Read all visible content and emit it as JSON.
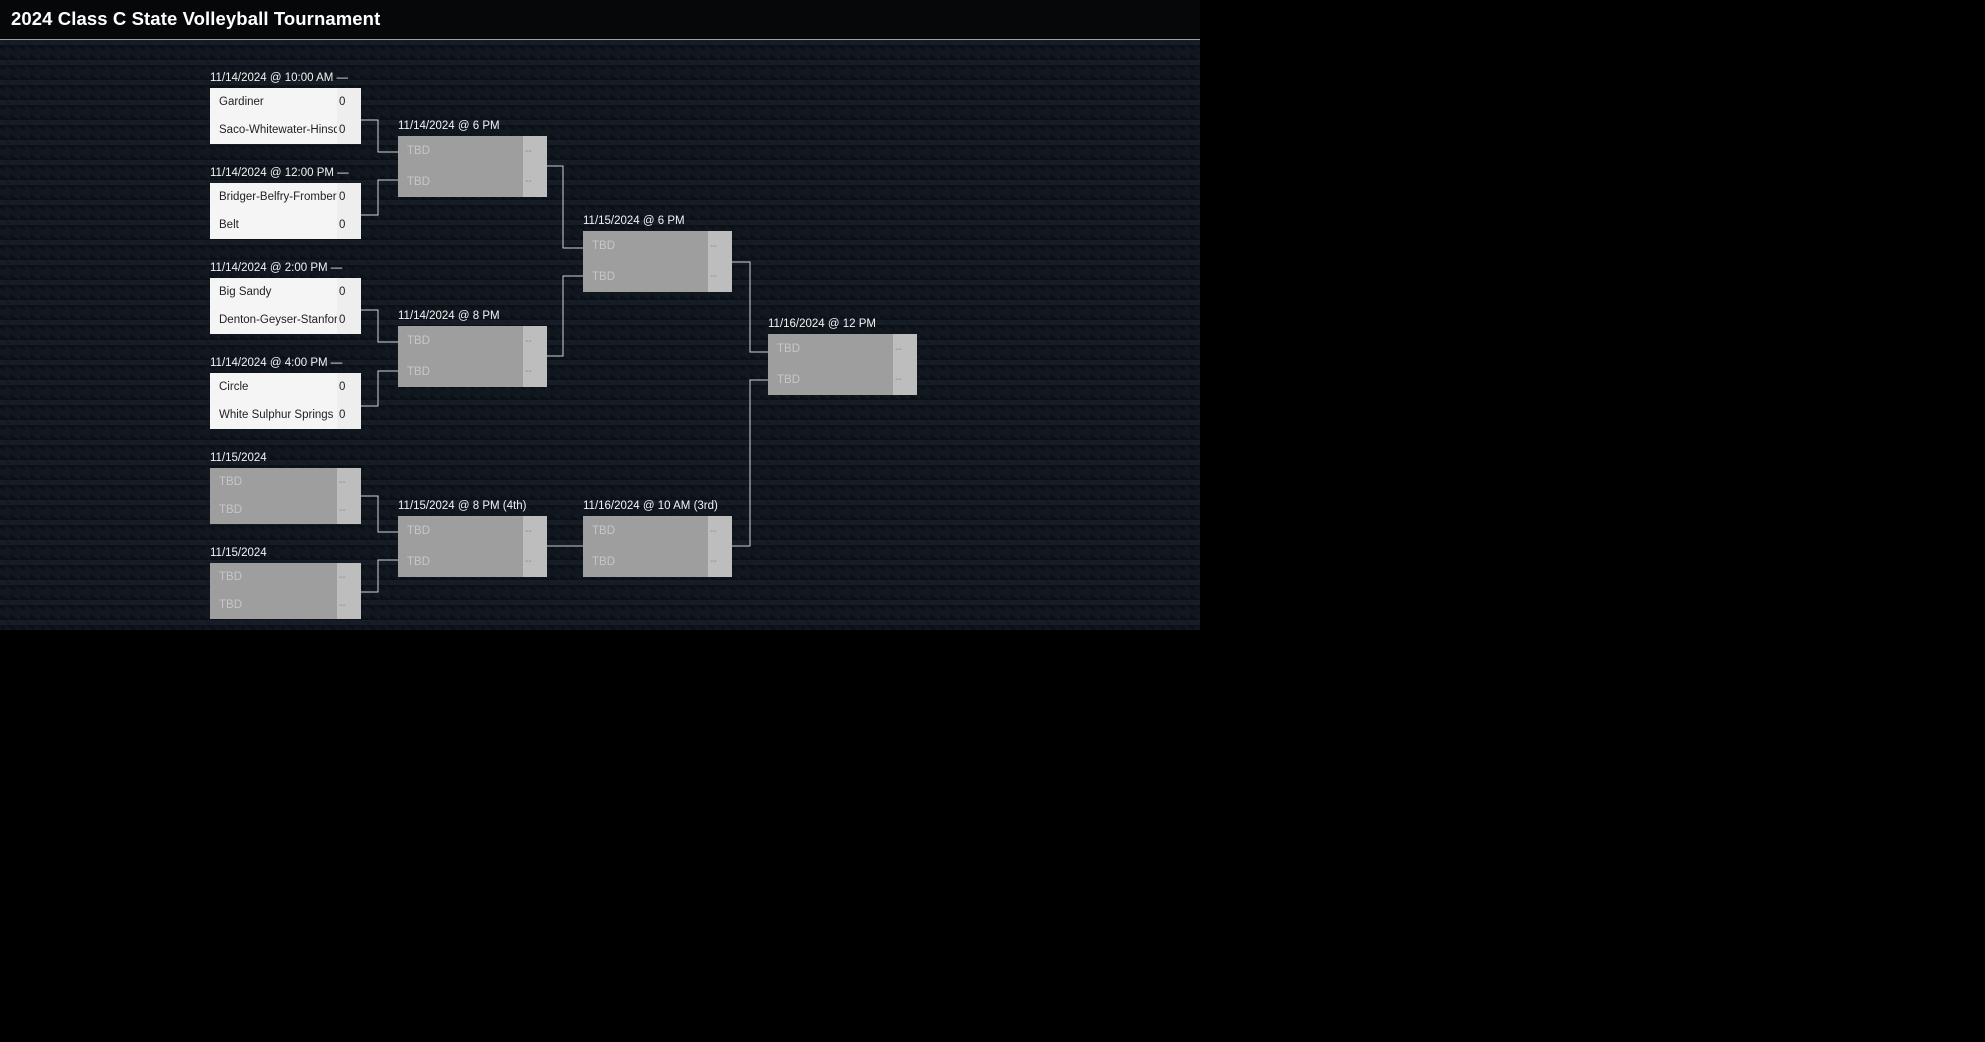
{
  "header": {
    "title": "2024 Class C State Volleyball Tournament"
  },
  "bracket": {
    "tbd_label": "TBD",
    "empty_score": "--",
    "matches": [
      {
        "id": "r1-g1",
        "label": "11/14/2024 @ 10:00 AM —",
        "state": "scheduled",
        "teams": [
          {
            "name": "Gardiner",
            "score": "0"
          },
          {
            "name": "Saco-Whitewater-Hinsdale",
            "score": "0"
          }
        ]
      },
      {
        "id": "r1-g2",
        "label": "11/14/2024 @ 12:00 PM —",
        "state": "scheduled",
        "teams": [
          {
            "name": "Bridger-Belfry-Fromberg",
            "score": "0"
          },
          {
            "name": "Belt",
            "score": "0"
          }
        ]
      },
      {
        "id": "r1-g3",
        "label": "11/14/2024 @ 2:00 PM —",
        "state": "scheduled",
        "teams": [
          {
            "name": "Big Sandy",
            "score": "0"
          },
          {
            "name": "Denton-Geyser-Stanford-G",
            "score": "0"
          }
        ]
      },
      {
        "id": "r1-g4",
        "label": "11/14/2024 @ 4:00 PM —",
        "state": "scheduled",
        "teams": [
          {
            "name": "Circle",
            "score": "0"
          },
          {
            "name": "White Sulphur Springs",
            "score": "0"
          }
        ]
      },
      {
        "id": "r2-g1",
        "label": "11/14/2024 @ 6 PM",
        "state": "tbd",
        "teams": [
          {
            "name": "TBD",
            "score": "--"
          },
          {
            "name": "TBD",
            "score": "--"
          }
        ]
      },
      {
        "id": "r2-g2",
        "label": "11/14/2024 @ 8 PM",
        "state": "tbd",
        "teams": [
          {
            "name": "TBD",
            "score": "--"
          },
          {
            "name": "TBD",
            "score": "--"
          }
        ]
      },
      {
        "id": "r3-g1",
        "label": "11/15/2024 @ 6 PM",
        "state": "tbd",
        "teams": [
          {
            "name": "TBD",
            "score": "--"
          },
          {
            "name": "TBD",
            "score": "--"
          }
        ]
      },
      {
        "id": "final",
        "label": "11/16/2024 @ 12 PM",
        "state": "tbd",
        "teams": [
          {
            "name": "TBD",
            "score": "--"
          },
          {
            "name": "TBD",
            "score": "--"
          }
        ]
      },
      {
        "id": "cons-g1",
        "label": "11/15/2024",
        "state": "tbd",
        "teams": [
          {
            "name": "TBD",
            "score": "--"
          },
          {
            "name": "TBD",
            "score": "--"
          }
        ]
      },
      {
        "id": "cons-g2",
        "label": "11/15/2024",
        "state": "tbd",
        "teams": [
          {
            "name": "TBD",
            "score": "--"
          },
          {
            "name": "TBD",
            "score": "--"
          }
        ]
      },
      {
        "id": "fourth-place",
        "label": "11/15/2024 @ 8 PM (4th)",
        "state": "tbd",
        "teams": [
          {
            "name": "TBD",
            "score": "--"
          },
          {
            "name": "TBD",
            "score": "--"
          }
        ]
      },
      {
        "id": "third-place",
        "label": "11/16/2024 @ 10 AM (3rd)",
        "state": "tbd",
        "teams": [
          {
            "name": "TBD",
            "score": "--"
          },
          {
            "name": "TBD",
            "score": "--"
          }
        ]
      }
    ]
  },
  "colors": {
    "page_background": "#10161d",
    "header_background": "#050709",
    "label_text": "#f1f3f4",
    "light_box": "#f5f5f5",
    "light_score_box": "#eeeeee",
    "tbd_box": "#9e9e9e",
    "tbd_score_box": "#bdbdbd",
    "connector_line": "#cfd3d6"
  }
}
